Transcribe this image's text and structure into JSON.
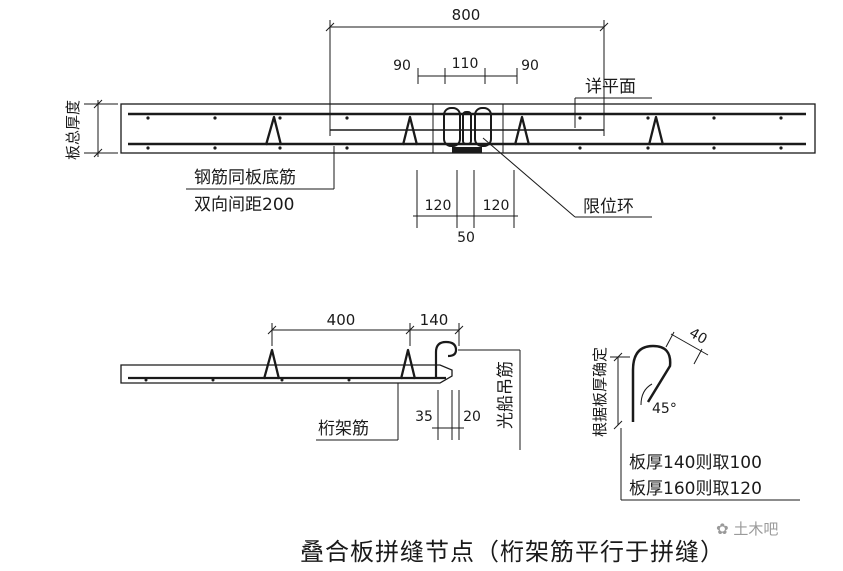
{
  "top_detail": {
    "dim_total": "800",
    "dim_left_gap": "90",
    "dim_center": "110",
    "dim_right_gap": "90",
    "label_detail": "详平面",
    "label_thickness": "板总厚度",
    "label_rebar_line1": "钢筋同板底筋",
    "label_rebar_line2": "双向间距200",
    "dim_lower_left": "120",
    "dim_lower_right": "120",
    "dim_lower_mid": "50",
    "label_ring": "限位环"
  },
  "bottom_detail": {
    "dim_400": "400",
    "dim_140": "140",
    "label_truss": "桁架筋",
    "dim_35": "35",
    "dim_20": "20",
    "label_hook": "光船吊筋"
  },
  "hook_detail": {
    "label_vertical": "根据板厚确定",
    "dim_40": "40",
    "angle": "45°",
    "note_line1": "板厚140则取100",
    "note_line2": "板厚160则取120"
  },
  "footer": {
    "title": "叠合板拼缝节点（桁架筋平行于拼缝）",
    "watermark": "土木吧"
  }
}
